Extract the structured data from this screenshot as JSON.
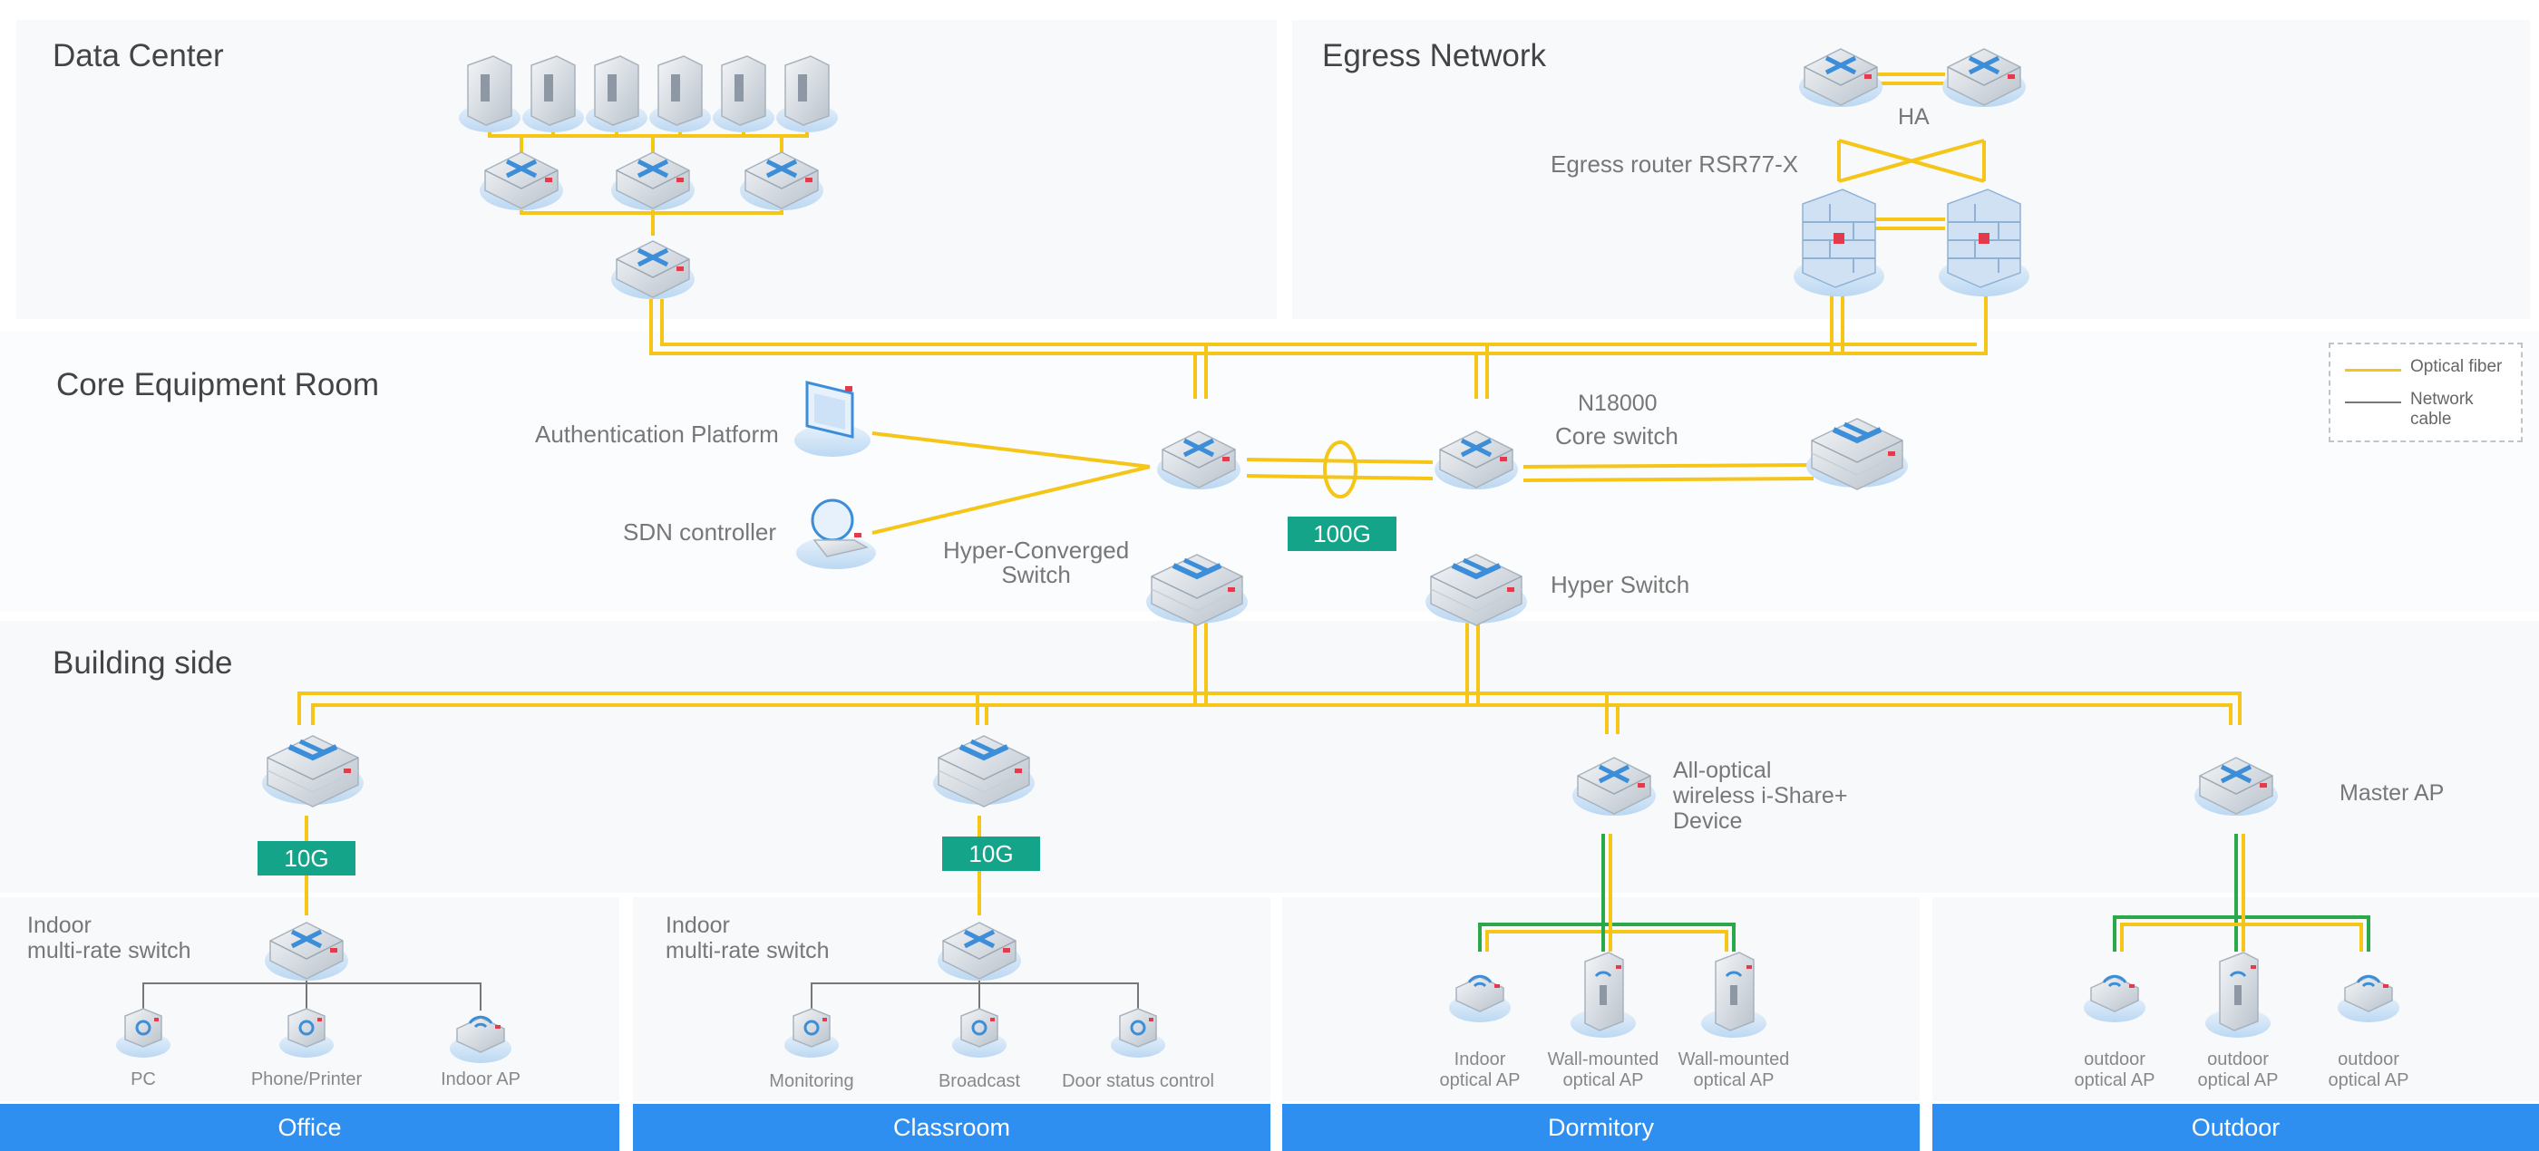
{
  "sections": {
    "data_center": "Data Center",
    "egress_network": "Egress Network",
    "core_room": "Core Equipment Room",
    "building_side": "Building side"
  },
  "labels": {
    "ha": "HA",
    "egress_router": "Egress router RSR77-X",
    "auth_platform": "Authentication Platform",
    "sdn_controller": "SDN controller",
    "hyper_converged": "Hyper-Converged\nSwitch",
    "n18000": "N18000",
    "core_switch": "Core switch",
    "hyper_switch": "Hyper Switch",
    "all_optical": "All-optical\nwireless i-Share+\nDevice",
    "master_ap": "Master AP",
    "indoor_switch_1": "Indoor\nmulti-rate switch",
    "indoor_switch_2": "Indoor\nmulti-rate switch"
  },
  "badges": {
    "core_link": "100G",
    "office_link": "10G",
    "classroom_link": "10G"
  },
  "endpoints": {
    "office": [
      "PC",
      "Phone/Printer",
      "Indoor AP"
    ],
    "classroom": [
      "Monitoring",
      "Broadcast",
      "Door status control"
    ],
    "dormitory": [
      "Indoor\noptical AP",
      "Wall-mounted\noptical AP",
      "Wall-mounted\noptical AP"
    ],
    "outdoor": [
      "outdoor\noptical AP",
      "outdoor\noptical AP",
      "outdoor\noptical AP"
    ]
  },
  "zones": {
    "office": "Office",
    "classroom": "Classroom",
    "dormitory": "Dormitory",
    "outdoor": "Outdoor"
  },
  "legend": {
    "fiber": "Optical fiber",
    "cable": "Network\ncable"
  },
  "colors": {
    "fiber": "#f5c518",
    "cable": "#777777",
    "green": "#2aa84a",
    "zone_bar": "#2f8ff0",
    "badge": "#14a489"
  },
  "icons": {
    "server": "server-icon",
    "switch": "switch-icon",
    "stacked_switch": "stacked-switch-icon",
    "firewall": "firewall-icon",
    "ap": "access-point-icon",
    "monitor": "monitor-icon"
  }
}
